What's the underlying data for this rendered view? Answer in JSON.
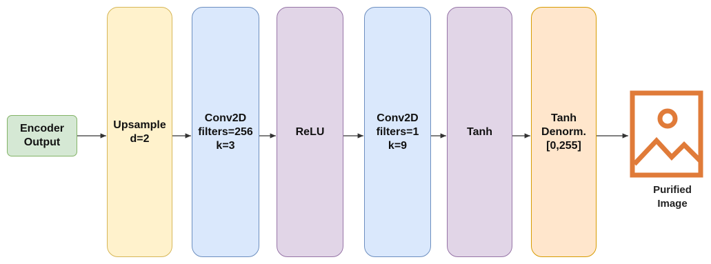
{
  "nodes": {
    "encoder": "Encoder\nOutput",
    "upsample": "Upsample\nd=2",
    "conv1": "Conv2D\nfilters=256\nk=3",
    "relu": "ReLU",
    "conv2": "Conv2D\nfilters=1\nk=9",
    "tanh": "Tanh",
    "denorm": "Tanh\nDenorm.\n[0,255]"
  },
  "output": {
    "label": "Purified\nImage",
    "icon": "image-icon"
  },
  "colors": {
    "encoder_fill": "#d5e8d4",
    "upsample_fill": "#fff2cc",
    "conv_fill": "#dae8fc",
    "activation_fill": "#e1d5e7",
    "denorm_fill": "#ffe6cc",
    "image_icon": "#e07b39",
    "arrow": "#333333"
  }
}
